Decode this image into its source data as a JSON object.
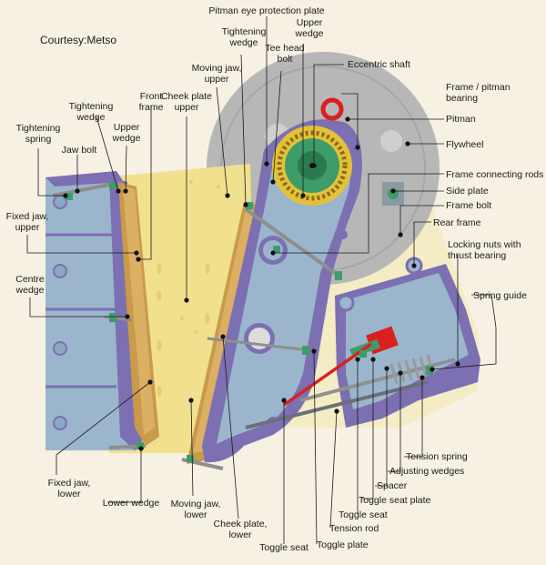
{
  "courtesy": "Courtesy:Metso",
  "labels": {
    "pitman_eye_protection_plate": "Pitman eye protection plate",
    "upper_wedge_top_1": "Upper",
    "upper_wedge_top_2": "wedge",
    "tightening_wedge_top_1": "Tightening",
    "tightening_wedge_top_2": "wedge",
    "tee_head_bolt_1": "Tee head",
    "tee_head_bolt_2": "bolt",
    "eccentric_shaft": "Eccentric shaft",
    "moving_jaw_upper_1": "Moving jaw,",
    "moving_jaw_upper_2": "upper",
    "cheek_plate_upper_1": "Cheek plate",
    "cheek_plate_upper_2": "upper",
    "front_frame_1": "Front",
    "front_frame_2": "frame",
    "tightening_wedge_left_1": "Tightening",
    "tightening_wedge_left_2": "wedge",
    "upper_wedge_left_1": "Upper",
    "upper_wedge_left_2": "wedge",
    "tightening_spring_1": "Tightening",
    "tightening_spring_2": "spring",
    "jaw_bolt": "Jaw bolt",
    "fixed_jaw_upper_1": "Fixed jaw,",
    "fixed_jaw_upper_2": "upper",
    "centre_wedge_1": "Centre",
    "centre_wedge_2": "wedge",
    "frame_pitman_bearing_1": "Frame / pitman",
    "frame_pitman_bearing_2": "bearing",
    "pitman": "Pitman",
    "flywheel": "Flywheel",
    "frame_connecting_rods": "Frame connecting rods",
    "side_plate": "Side plate",
    "frame_bolt": "Frame bolt",
    "rear_frame": "Rear frame",
    "locking_nuts_1": "Locking nuts with",
    "locking_nuts_2": "thrust bearing",
    "spring_guide": "Spring guide",
    "tension_spring": "Tension spring",
    "adjusting_wedges": "Adjusting wedges",
    "spacer": "Spacer",
    "toggle_seat_plate": "Toggle seat plate",
    "toggle_seat_right": "Toggle seat",
    "tension_rod": "Tension rod",
    "toggle_plate": "Toggle plate",
    "toggle_seat_bottom": "Toggle seat",
    "cheek_plate_lower_1": "Cheek plate,",
    "cheek_plate_lower_2": "lower",
    "moving_jaw_lower_1": "Moving jaw,",
    "moving_jaw_lower_2": "lower",
    "lower_wedge": "Lower wedge",
    "fixed_jaw_lower_1": "Fixed jaw,",
    "fixed_jaw_lower_2": "lower"
  }
}
